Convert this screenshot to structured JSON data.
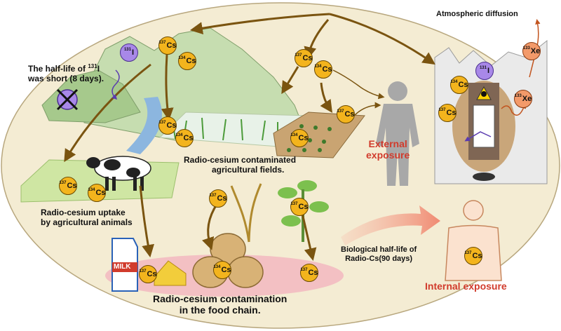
{
  "labels": {
    "atmospheric_diffusion": "Atmospheric diffusion",
    "iodine_halflife_prefix": "The half-life of ",
    "iodine_halflife_mass": "131",
    "iodine_halflife_element": "I",
    "iodine_halflife_line2": "was short (8 days).",
    "contaminated_fields_line1": "Radio-cesium contaminated",
    "contaminated_fields_line2": "agricultural fields.",
    "external_line1": "External",
    "external_line2": "exposure",
    "uptake_line1": "Radio-cesium uptake",
    "uptake_line2": "by agricultural animals",
    "bio_halflife_line1": "Biological half-life of",
    "bio_halflife_line2": "Radio-Cs(90 days)",
    "internal_exposure": "Internal exposure",
    "food_chain_line1": "Radio-cesium contamination",
    "food_chain_line2": "in the food chain.",
    "milk": "MILK"
  },
  "isotopes": {
    "cs137": {
      "mass": "137",
      "element": "Cs"
    },
    "cs134": {
      "mass": "134",
      "element": "Cs"
    },
    "i131": {
      "mass": "131",
      "element": "I"
    },
    "xe133": {
      "mass": "133",
      "element": "Xe"
    }
  },
  "colors": {
    "cesium_badge": "#f3b41d",
    "iodine_badge": "#a888e8",
    "xenon_badge": "#f39a6a",
    "arrow": "#7a5410",
    "exposure_text": "#d13b2c",
    "background_oval": "#f4ecd3"
  },
  "icons": [
    "radiation-icon",
    "cow-icon",
    "milk-carton-icon",
    "cheese-icon",
    "rice-bale-icon",
    "human-silhouette-icon",
    "reactor-icon"
  ]
}
